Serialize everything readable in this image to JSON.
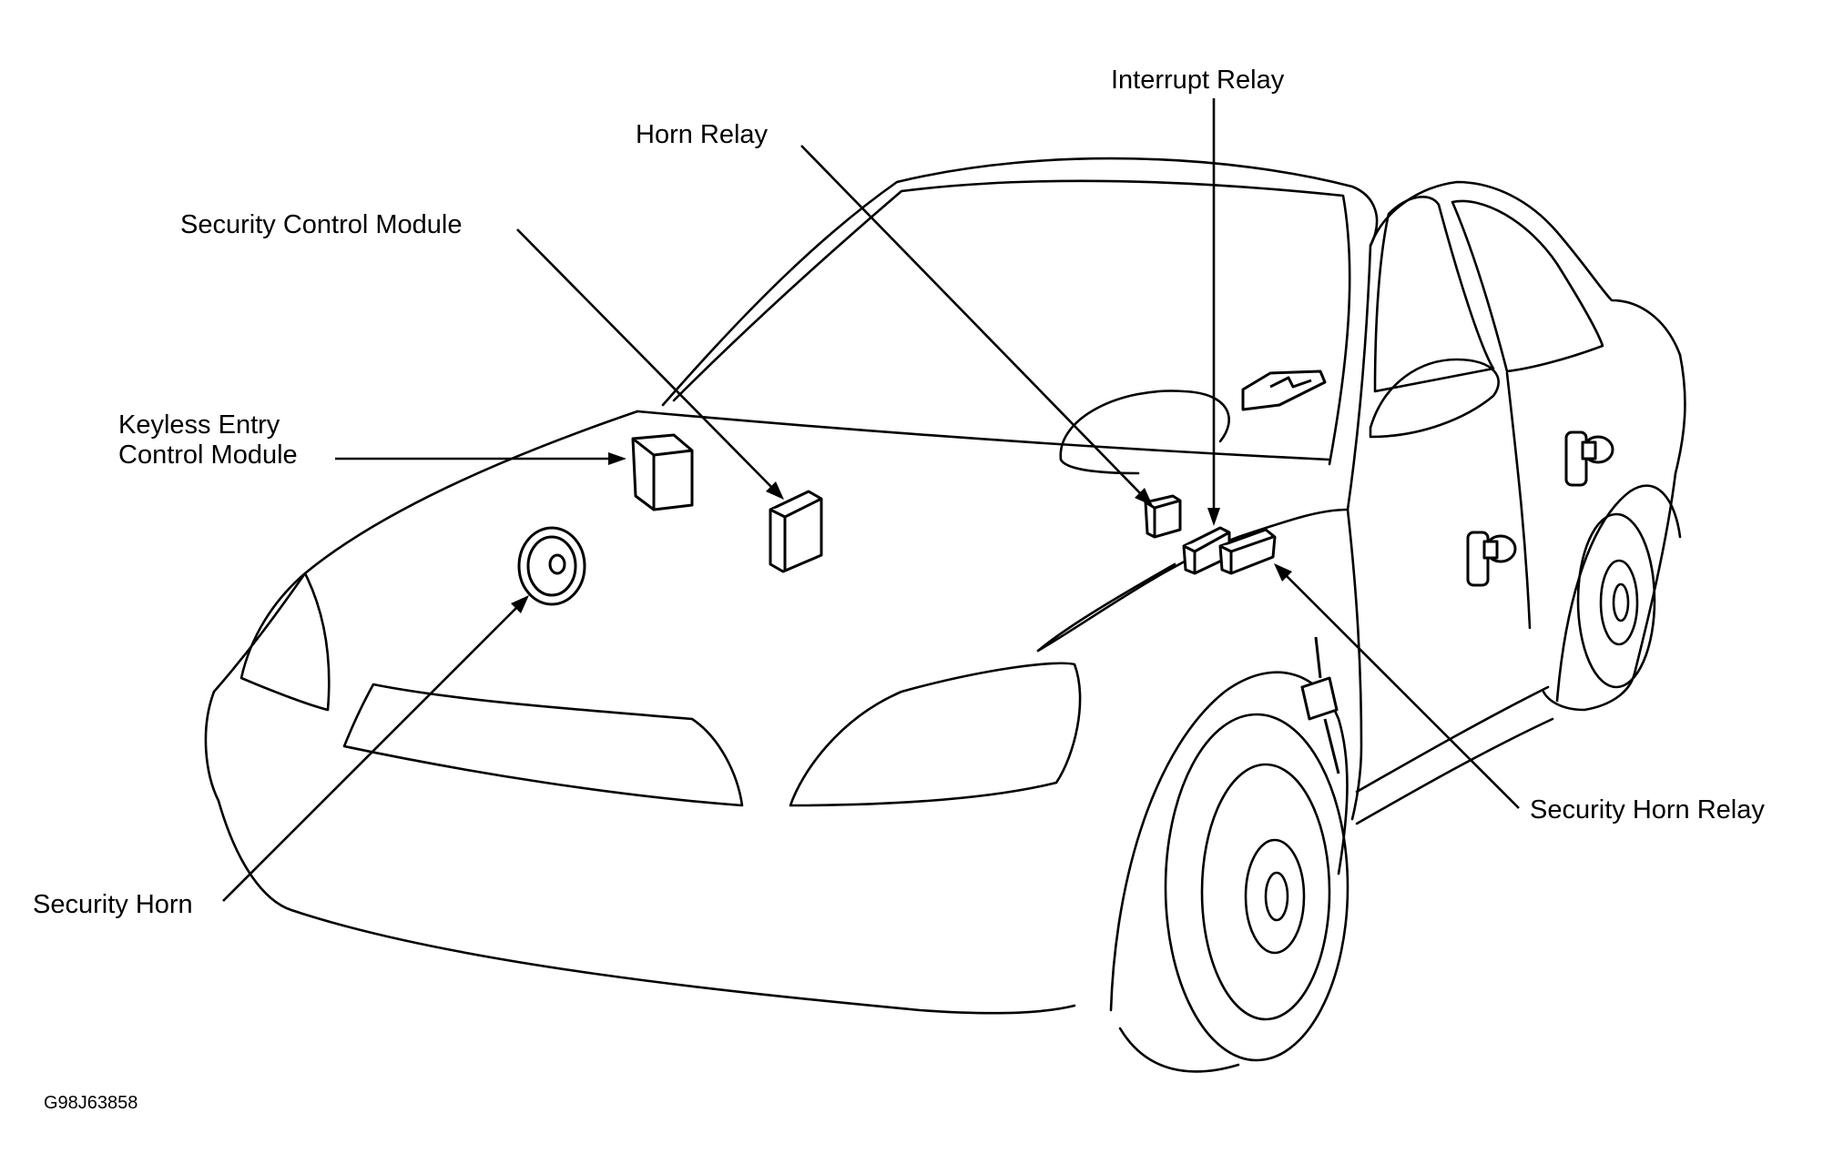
{
  "labels": {
    "interrupt_relay": "Interrupt Relay",
    "horn_relay": "Horn Relay",
    "security_control_module": "Security Control Module",
    "keyless_entry_line1": "Keyless Entry",
    "keyless_entry_line2": "Control Module",
    "security_horn_relay": "Security Horn Relay",
    "security_horn": "Security Horn"
  },
  "figure_id": "G98J63858"
}
